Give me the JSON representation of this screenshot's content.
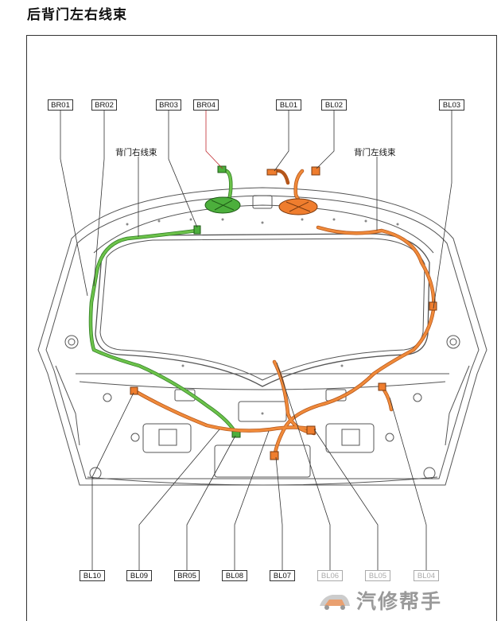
{
  "title": "后背门左右线束",
  "callouts": {
    "right_harness": "背门右线束",
    "left_harness": "背门左线束"
  },
  "labels": {
    "BR01": "BR01",
    "BR02": "BR02",
    "BR03": "BR03",
    "BR04": "BR04",
    "BL01": "BL01",
    "BL02": "BL02",
    "BL03": "BL03",
    "BL10": "BL10",
    "BL09": "BL09",
    "BR05": "BR05",
    "BL08": "BL08",
    "BL07": "BL07",
    "BL06": "BL06",
    "BL05": "BL05",
    "BL04": "BL04"
  },
  "colors": {
    "right_harness": "#4caf3c",
    "left_harness": "#ef7d2e",
    "outline": "#555555",
    "leader": "#333333",
    "br04_leader": "#c0282d"
  },
  "watermark": {
    "text": "汽修帮手",
    "logo_icon": "car-logo-icon"
  }
}
